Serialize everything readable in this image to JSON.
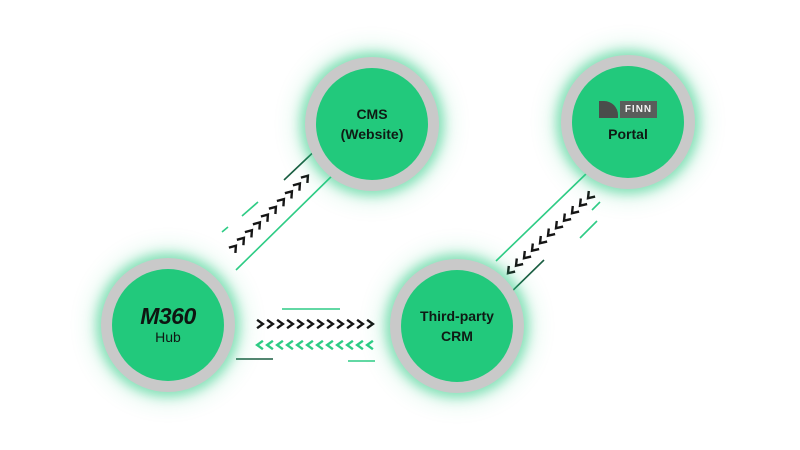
{
  "diagram": {
    "colors": {
      "node_fill": "#22c97c",
      "node_ring": "#c9c9c9",
      "glow": "#26c980",
      "line_green": "#2ecc85",
      "line_dark": "#1a5e42",
      "arrow_dark": "#161616",
      "arrow_green": "#2ecc85"
    },
    "nodes": {
      "hub": {
        "logo": "M360",
        "label": "Hub"
      },
      "cms": {
        "line1": "CMS",
        "line2": "(Website)"
      },
      "portal": {
        "logo_text": "FINN",
        "label": "Portal"
      },
      "crm": {
        "line1": "Third-party",
        "line2": "CRM"
      }
    },
    "connections": [
      {
        "from": "hub",
        "to": "cms",
        "direction": "hub-to-cms",
        "arrow_count": 10
      },
      {
        "from": "hub",
        "to": "crm",
        "direction": "bidirectional",
        "arrow_count": 12
      },
      {
        "from": "portal",
        "to": "crm",
        "direction": "portal-to-crm",
        "arrow_count": 11
      }
    ]
  }
}
